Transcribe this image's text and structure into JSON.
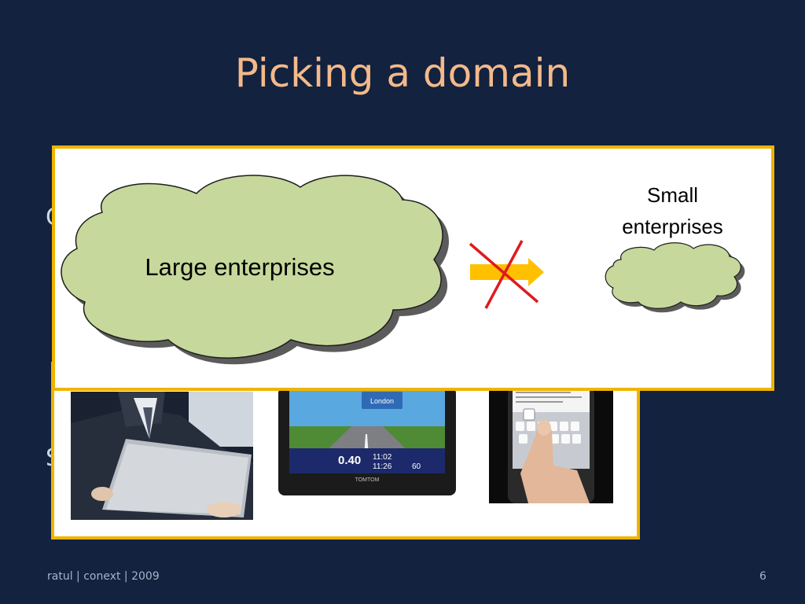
{
  "slide": {
    "title": "Picking a domain",
    "footer_left": "ratul | conext | 2009",
    "page_number": "6"
  },
  "front_panel": {
    "large_cloud_label": "Large enterprises",
    "small_cloud_label": "Small enterprises",
    "arrow_state": "crossed-out",
    "accent_colors": {
      "border": "#f0b400",
      "cloud_fill": "#c6d89b",
      "arrow": "#ffc000",
      "cross": "#e0191e"
    }
  },
  "back_panel": {
    "photos": [
      {
        "name": "laptop-user-photo"
      },
      {
        "name": "gps-device-photo",
        "screen_texts": [
          "London",
          "0.40",
          "11:02",
          "11:26",
          "60",
          "TOMTOM"
        ]
      },
      {
        "name": "smartphone-photo"
      }
    ]
  },
  "colors": {
    "background": "#12223f",
    "title": "#f4b98a",
    "footer": "#a8b3c8"
  }
}
